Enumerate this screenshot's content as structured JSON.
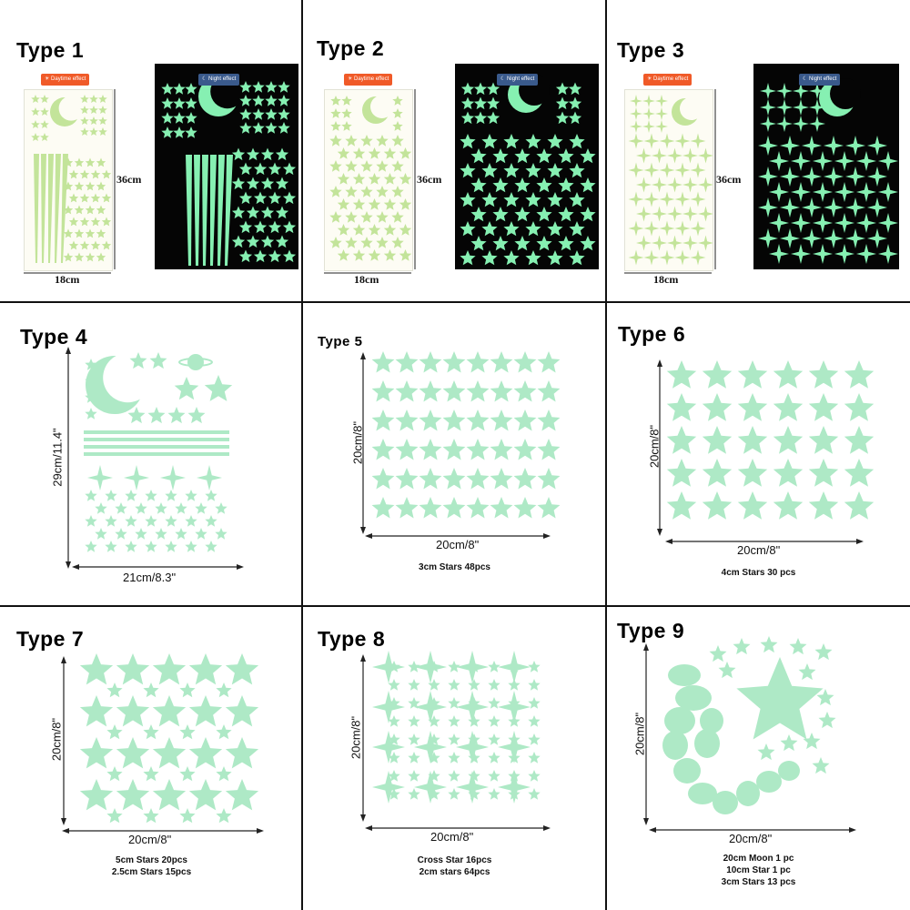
{
  "colors": {
    "glow_day": "#c3e49a",
    "glow_night": "#86f0b2",
    "glow_mint": "#aee9c6",
    "night_bg": "#050505",
    "badge_day": "#f05a28",
    "badge_night": "#3a5a8c",
    "grid_line": "#111111"
  },
  "panels": [
    {
      "title": "Type 1",
      "day_badge": "Daytime effect",
      "night_badge": "Night effect",
      "height_label": "36cm",
      "width_label": "18cm"
    },
    {
      "title": "Type 2",
      "day_badge": "Daytime effect",
      "night_badge": "Night effect",
      "height_label": "36cm",
      "width_label": "18cm"
    },
    {
      "title": "Type 3",
      "day_badge": "Daytime effect",
      "night_badge": "Night effect",
      "height_label": "36cm",
      "width_label": "18cm"
    },
    {
      "title": "Type 4",
      "height_label": "29cm/11.4\"",
      "width_label": "21cm/8.3\""
    },
    {
      "title": "Type 5",
      "height_label": "20cm/8\"",
      "width_label": "20cm/8\"",
      "caption": [
        "3cm Stars 48pcs"
      ]
    },
    {
      "title": "Type 6",
      "height_label": "20cm/8\"",
      "width_label": "20cm/8\"",
      "caption": [
        "4cm Stars 30 pcs"
      ]
    },
    {
      "title": "Type 7",
      "height_label": "20cm/8\"",
      "width_label": "20cm/8\"",
      "caption": [
        "5cm Stars 20pcs",
        "2.5cm Stars 15pcs"
      ]
    },
    {
      "title": "Type 8",
      "height_label": "20cm/8\"",
      "width_label": "20cm/8\"",
      "caption": [
        "Cross Star 16pcs",
        "2cm stars 64pcs"
      ]
    },
    {
      "title": "Type 9",
      "height_label": "20cm/8\"",
      "width_label": "20cm/8\"",
      "caption": [
        "20cm Moon 1 pc",
        "10cm Star 1 pc",
        "3cm Stars 13 pcs"
      ]
    }
  ]
}
